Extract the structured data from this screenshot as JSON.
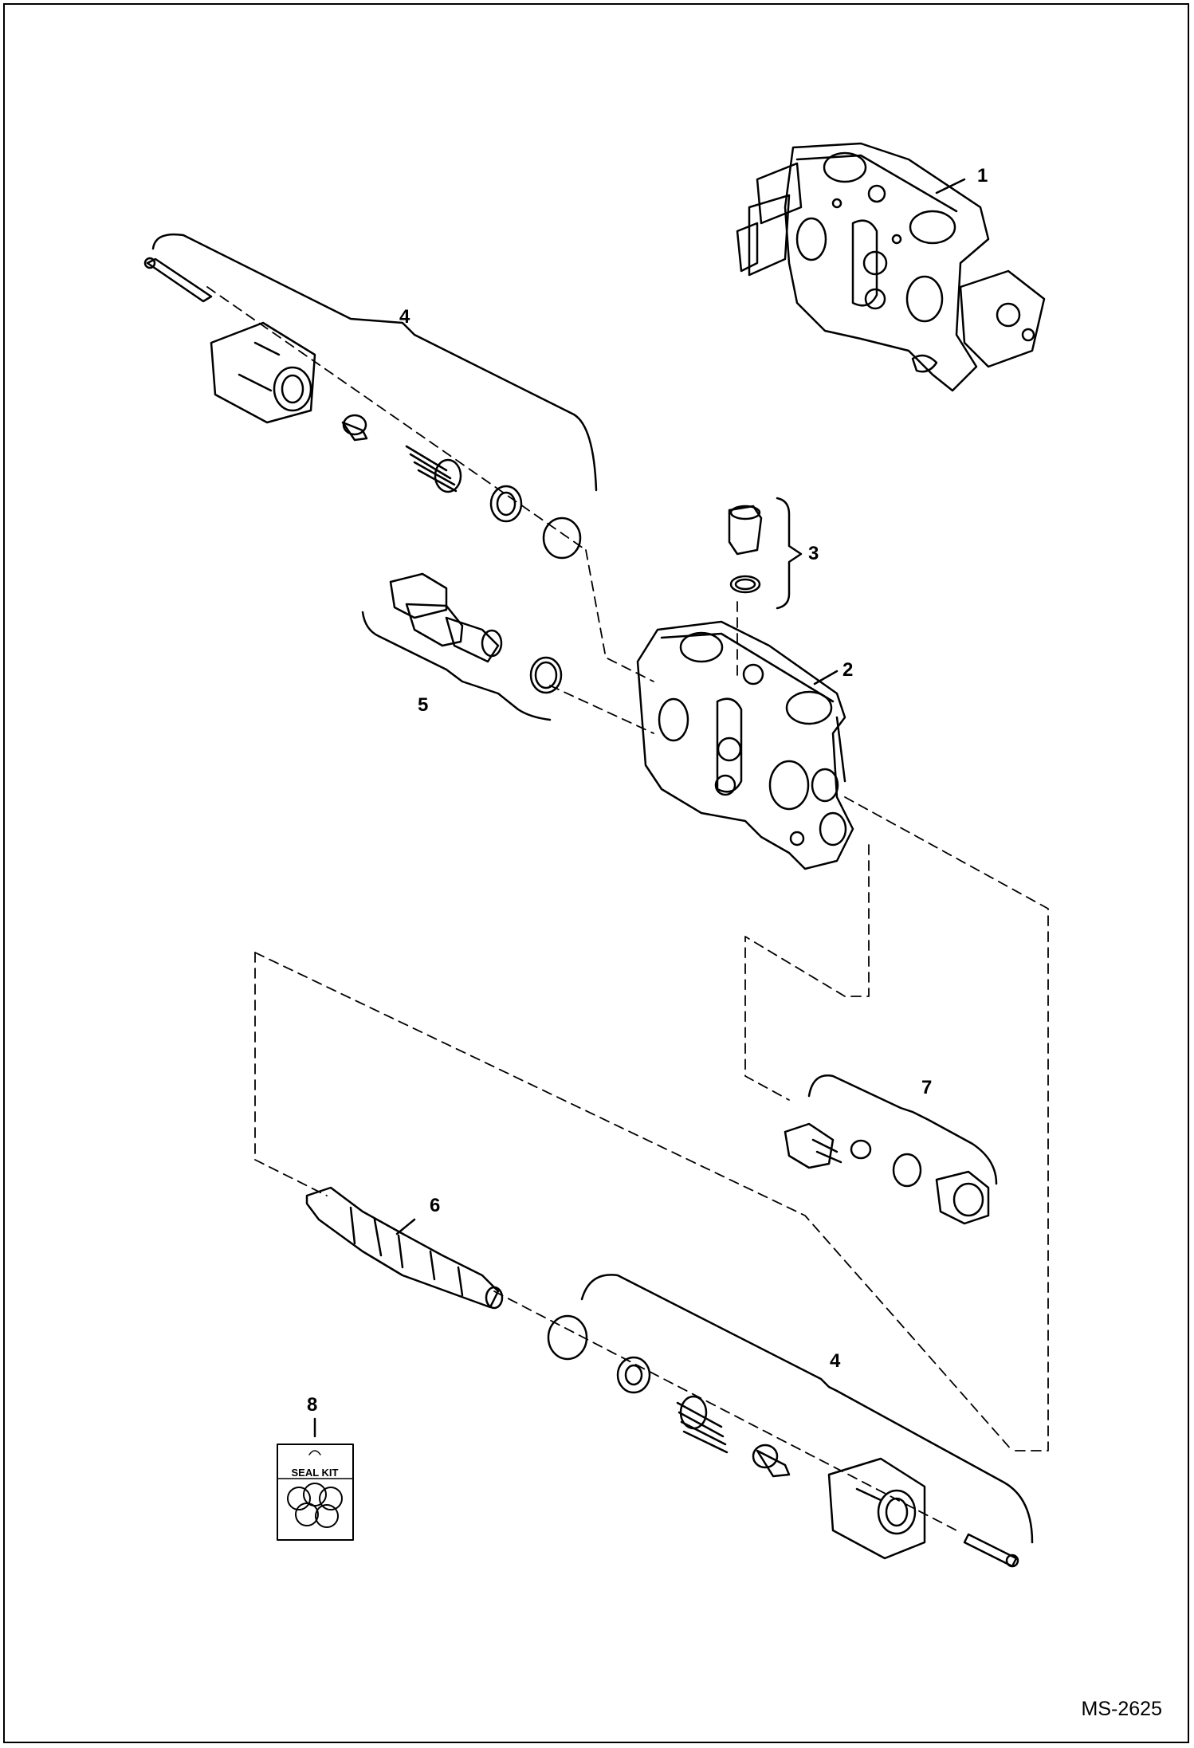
{
  "figure_code": "MS-2625",
  "callouts": [
    {
      "id": "1",
      "label": "1"
    },
    {
      "id": "2",
      "label": "2"
    },
    {
      "id": "3",
      "label": "3"
    },
    {
      "id": "4a",
      "label": "4"
    },
    {
      "id": "4b",
      "label": "4"
    },
    {
      "id": "5",
      "label": "5"
    },
    {
      "id": "6",
      "label": "6"
    },
    {
      "id": "7",
      "label": "7"
    },
    {
      "id": "8",
      "label": "8"
    }
  ],
  "seal_kit": {
    "label": "SEAL KIT"
  },
  "colors": {
    "line": "#000000",
    "background": "#ffffff"
  }
}
